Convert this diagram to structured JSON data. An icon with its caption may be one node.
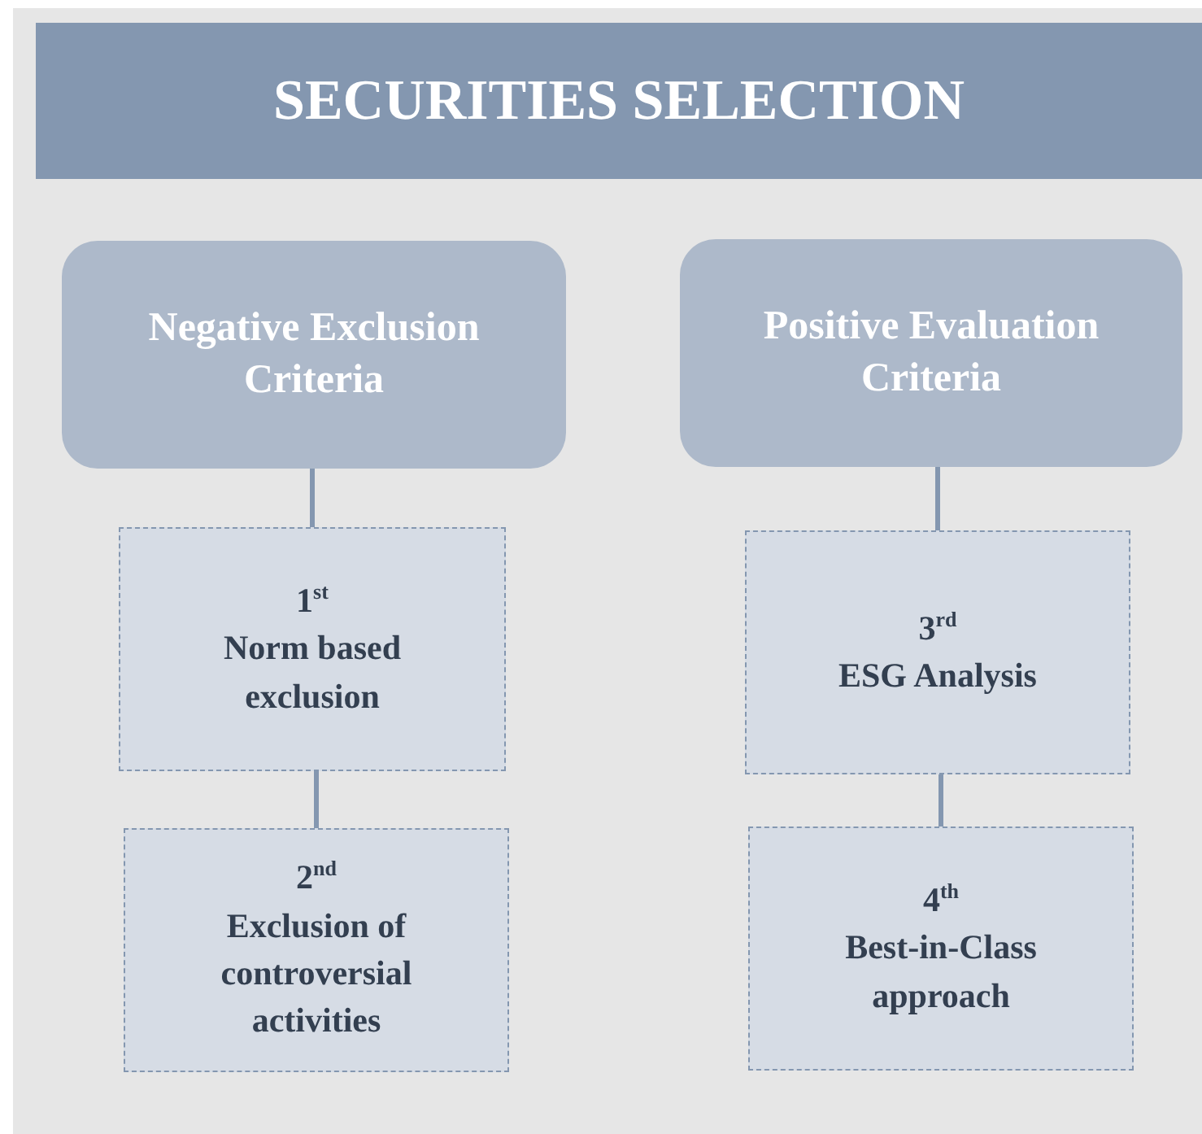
{
  "diagram": {
    "title": "SECURITIES SELECTION",
    "nodes": [
      {
        "text": [
          "Negative Exclusion Criteria"
        ]
      },
      {
        "text": [
          "1$^{st}$",
          "Norm based exclusion"
        ]
      },
      {
        "text": [
          "2$^{nd}$",
          "Exclusion of controversial activities"
        ]
      },
      {
        "text": [
          "Positive Evaluation Criteria"
        ]
      },
      {
        "text": [
          "3$^{rd}$",
          "ESG Analysis"
        ]
      },
      {
        "text": [
          "4$^{th}$",
          "Best-in-Class approach"
        ]
      }
    ],
    "edges": [
      {
        "from": 0,
        "to": 1,
        "arrow": "none"
      },
      {
        "from": 1,
        "to": 2,
        "arrow": "none"
      },
      {
        "from": 3,
        "to": 4,
        "arrow": "none"
      },
      {
        "from": 4,
        "to": 5,
        "arrow": "none"
      }
    ]
  }
}
